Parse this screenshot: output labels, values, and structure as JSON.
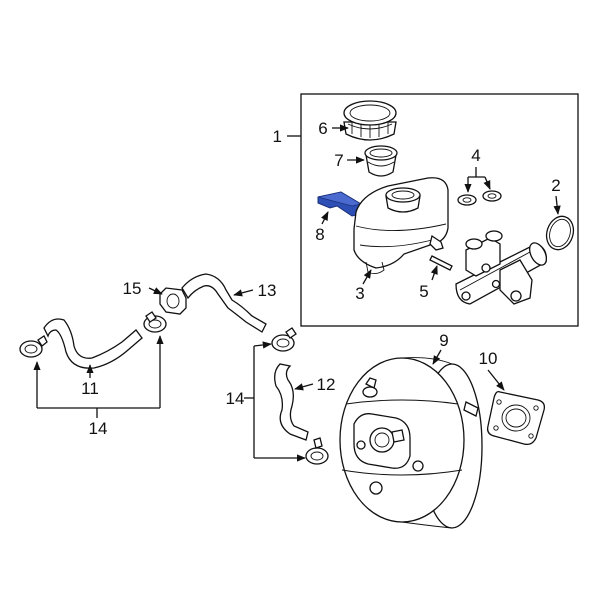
{
  "callouts": {
    "c1": "1",
    "c2": "2",
    "c3": "3",
    "c4": "4",
    "c5": "5",
    "c6": "6",
    "c7": "7",
    "c8": "8",
    "c9": "9",
    "c10": "10",
    "c11": "11",
    "c12": "12",
    "c13": "13",
    "c14a": "14",
    "c14b": "14",
    "c15": "15"
  },
  "colors": {
    "highlight": "#2d4fb5",
    "line": "#111111",
    "background": "#ffffff"
  }
}
